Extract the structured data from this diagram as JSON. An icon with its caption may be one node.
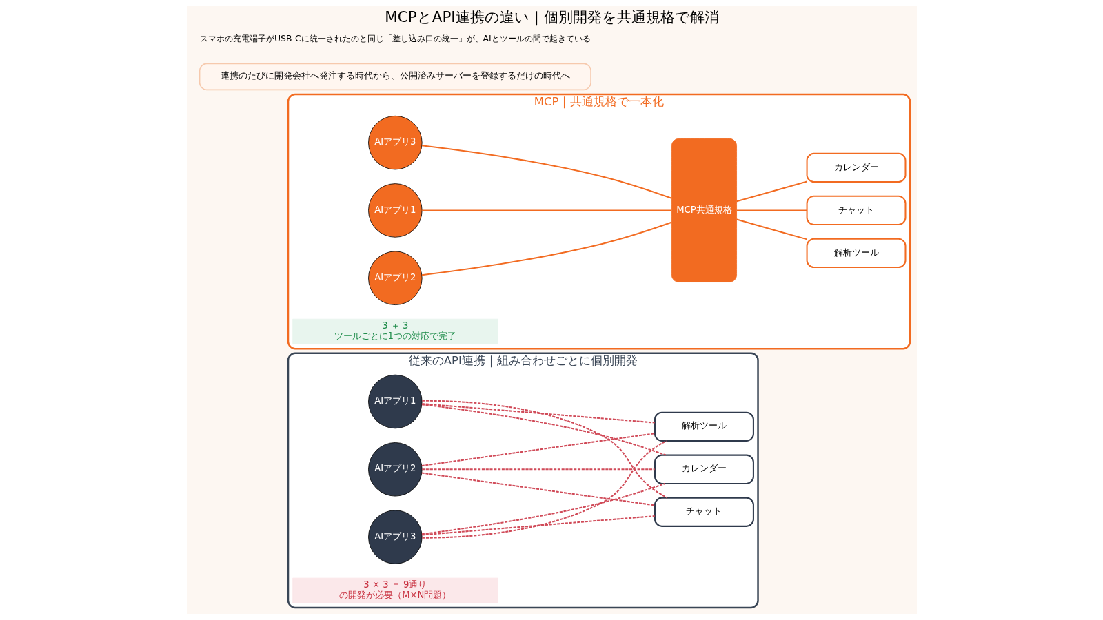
{
  "diagram": {
    "title": "MCPとAPI連携の違い｜個別開発を共通規格で解消",
    "nodes": [
      {
        "text": [
          "従来のAPI連携｜組み合わせごとに個別開発"
        ]
      },
      {
        "text": [
          "AIアプリ1"
        ],
        "in": 0
      },
      {
        "text": [
          "AIアプリ2"
        ],
        "in": 0
      },
      {
        "text": [
          "AIアプリ3"
        ],
        "in": 0
      },
      {
        "text": [
          "解析ツール"
        ],
        "in": 0
      },
      {
        "text": [
          "チャット"
        ],
        "in": 0
      },
      {
        "text": [
          "カレンダー"
        ],
        "in": 0
      },
      {
        "text": [
          "3 × 3 ＝ 9通り",
          "の開発が必要（M×N問題）"
        ],
        "in": 0
      },
      {
        "text": [
          "MCP｜共通規格で一本化"
        ]
      },
      {
        "text": [
          "AIアプリ1"
        ],
        "in": 8
      },
      {
        "text": [
          "AIアプリ2"
        ],
        "in": 8
      },
      {
        "text": [
          "AIアプリ3"
        ],
        "in": 8
      },
      {
        "text": [
          "MCP共通規格"
        ],
        "in": 8
      },
      {
        "text": [
          "解析ツール"
        ],
        "in": 8
      },
      {
        "text": [
          "チャット"
        ],
        "in": 8
      },
      {
        "text": [
          "カレンダー"
        ],
        "in": 8
      },
      {
        "text": [
          "3 ＋ 3",
          "ツールごとに1つの対応で完了"
        ],
        "in": 8
      },
      {
        "text": [
          "連携のたびに開発会社へ発注する時代から、公開済みサーバーを登録するだけの時代へ"
        ]
      }
    ],
    "edges": [
      {
        "from": 1,
        "to": 4,
        "arrow": "none",
        "style": "dashed",
        "color": "#d04a58"
      },
      {
        "from": 1,
        "to": 5,
        "arrow": "none",
        "style": "dashed",
        "color": "#d04a58"
      },
      {
        "from": 1,
        "to": 6,
        "arrow": "none",
        "style": "dashed",
        "color": "#d04a58"
      },
      {
        "from": 2,
        "to": 4,
        "arrow": "none",
        "style": "dashed",
        "color": "#d04a58"
      },
      {
        "from": 2,
        "to": 5,
        "arrow": "none",
        "style": "dashed",
        "color": "#d04a58"
      },
      {
        "from": 2,
        "to": 6,
        "arrow": "none",
        "style": "dashed",
        "color": "#d04a58"
      },
      {
        "from": 3,
        "to": 4,
        "arrow": "none",
        "style": "dashed",
        "color": "#d04a58"
      },
      {
        "from": 3,
        "to": 5,
        "arrow": "none",
        "style": "dashed",
        "color": "#d04a58"
      },
      {
        "from": 3,
        "to": 6,
        "arrow": "none",
        "style": "dashed",
        "color": "#d04a58"
      },
      {
        "from": 9,
        "to": 12,
        "arrow": "none",
        "color": "#f26b21"
      },
      {
        "from": 10,
        "to": 12,
        "arrow": "none",
        "color": "#f26b21"
      },
      {
        "from": 11,
        "to": 12,
        "arrow": "none",
        "color": "#f26b21"
      },
      {
        "from": 12,
        "to": 13,
        "arrow": "none",
        "color": "#f26b21"
      },
      {
        "from": 12,
        "to": 14,
        "arrow": "none",
        "color": "#f26b21"
      },
      {
        "from": 12,
        "to": 15,
        "arrow": "none",
        "color": "#f26b21"
      }
    ],
    "labels": [
      "スマホの充電端子がUSB-Cに統一されたのと同じ「差し込み口の統一」が、AIとツールの間で起きている"
    ]
  }
}
